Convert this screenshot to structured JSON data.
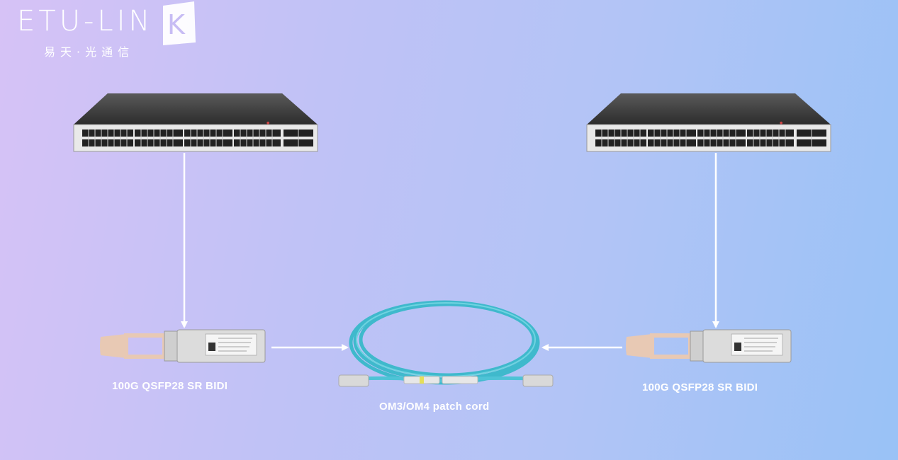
{
  "logo": {
    "brand": "ETU-LIN",
    "brand_k": "K",
    "subtitle": "易天·光通信"
  },
  "diagram": {
    "left_module_label": "100G QSFP28 SR BIDI",
    "right_module_label": "100G QSFP28 SR BIDI",
    "cable_label": "OM3/OM4 patch cord"
  },
  "colors": {
    "switch_body": "#3a3a3a",
    "cable": "#4ec3d6",
    "transceiver_tab": "#e8c9b4",
    "arrow": "#ffffff"
  }
}
